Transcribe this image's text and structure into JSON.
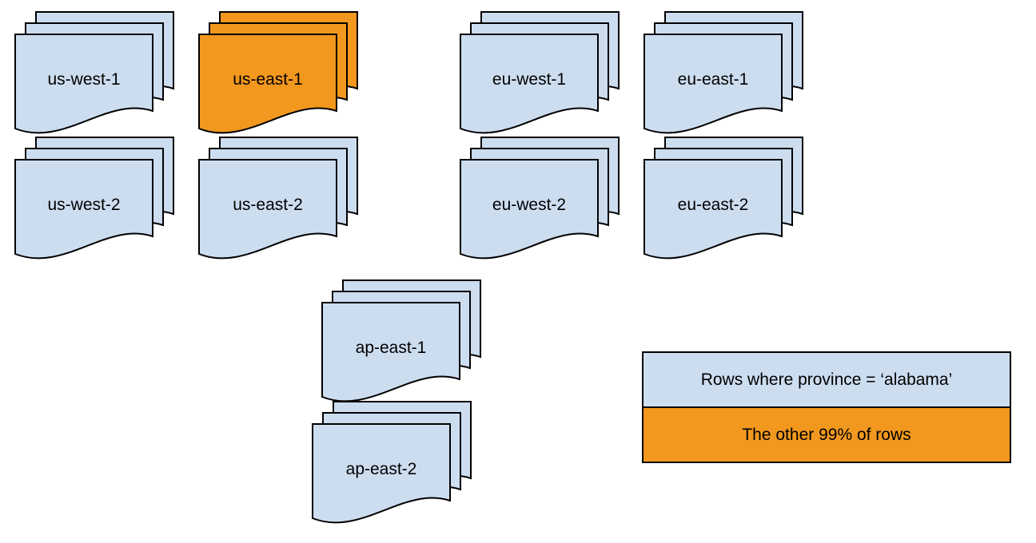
{
  "colors": {
    "region_blue": "#cdddf0",
    "highlight_orange": "#f2981e",
    "outline": "#000000",
    "background": "#ffffff"
  },
  "stacks": [
    {
      "label": "us-west-1",
      "color": "blue"
    },
    {
      "label": "us-east-1",
      "color": "orange"
    },
    {
      "label": "eu-west-1",
      "color": "blue"
    },
    {
      "label": "eu-east-1",
      "color": "blue"
    },
    {
      "label": "us-west-2",
      "color": "blue"
    },
    {
      "label": "us-east-2",
      "color": "blue"
    },
    {
      "label": "eu-west-2",
      "color": "blue"
    },
    {
      "label": "eu-east-2",
      "color": "blue"
    },
    {
      "label": "ap-east-1",
      "color": "blue"
    },
    {
      "label": "ap-east-2",
      "color": "blue"
    }
  ],
  "legend": {
    "items": [
      {
        "label": "Rows where province = ‘alabama’",
        "color": "blue"
      },
      {
        "label": "The other 99% of rows",
        "color": "orange"
      }
    ]
  }
}
